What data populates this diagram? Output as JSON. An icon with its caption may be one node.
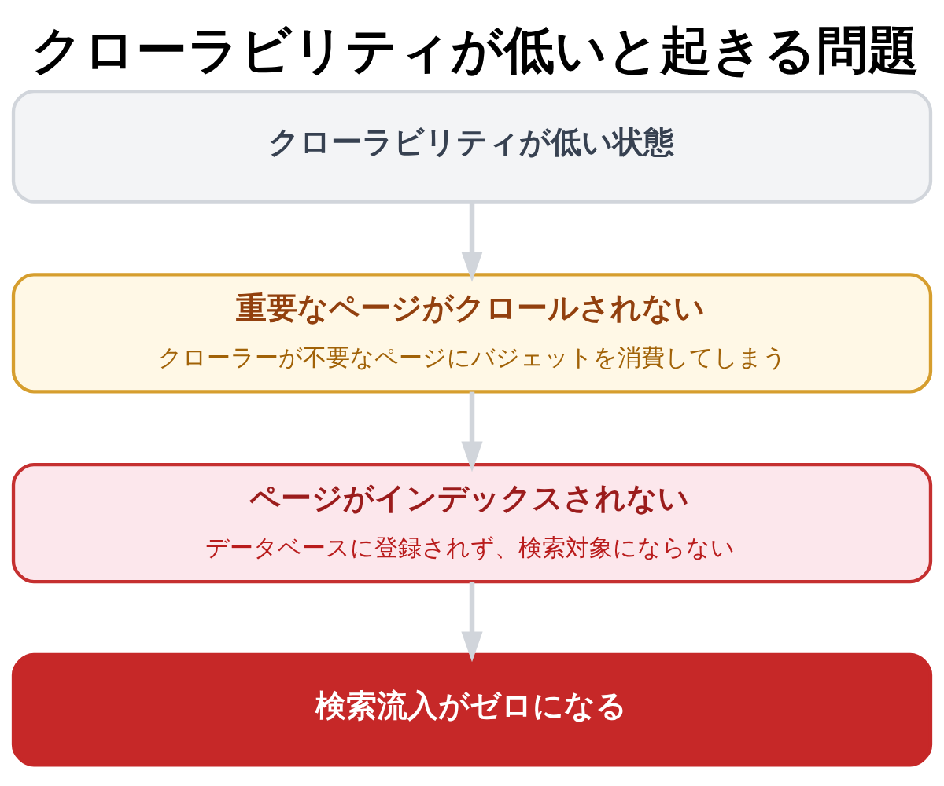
{
  "diagram": {
    "title": "クローラビリティが低いと起きる問題",
    "nodes": [
      {
        "text": [
          "クローラビリティが低い状態"
        ]
      },
      {
        "text": [
          "重要なページがクロールされない",
          "クローラーが不要なページにバジェットを消費してしまう"
        ]
      },
      {
        "text": [
          "ページがインデックスされない",
          "データベースに登録されず、検索対象にならない"
        ]
      },
      {
        "text": [
          "検索流入がゼロになる"
        ]
      }
    ],
    "edges": [
      {
        "from": 0,
        "to": 1,
        "arrow": "to"
      },
      {
        "from": 1,
        "to": 2,
        "arrow": "to"
      },
      {
        "from": 2,
        "to": 3,
        "arrow": "to"
      }
    ]
  }
}
